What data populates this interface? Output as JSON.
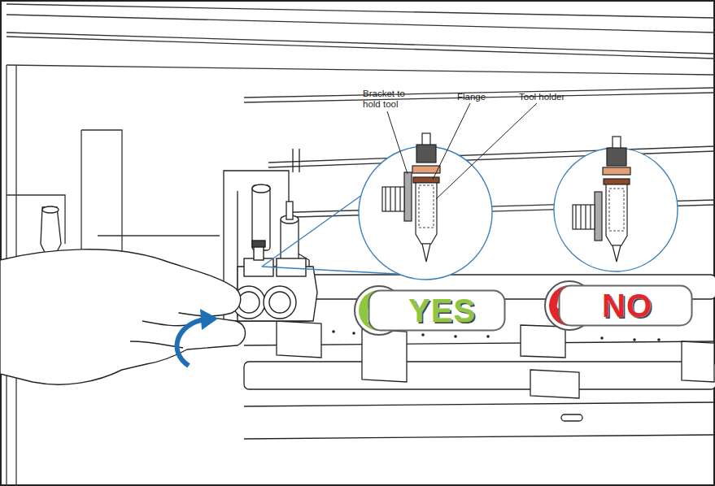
{
  "diagram": {
    "nodes": [
      {
        "text": [
          "YES"
        ]
      },
      {
        "text": [
          "NO"
        ]
      }
    ],
    "labels": [
      "Bracket to hold tool",
      "Flange",
      "Tool holder"
    ]
  }
}
